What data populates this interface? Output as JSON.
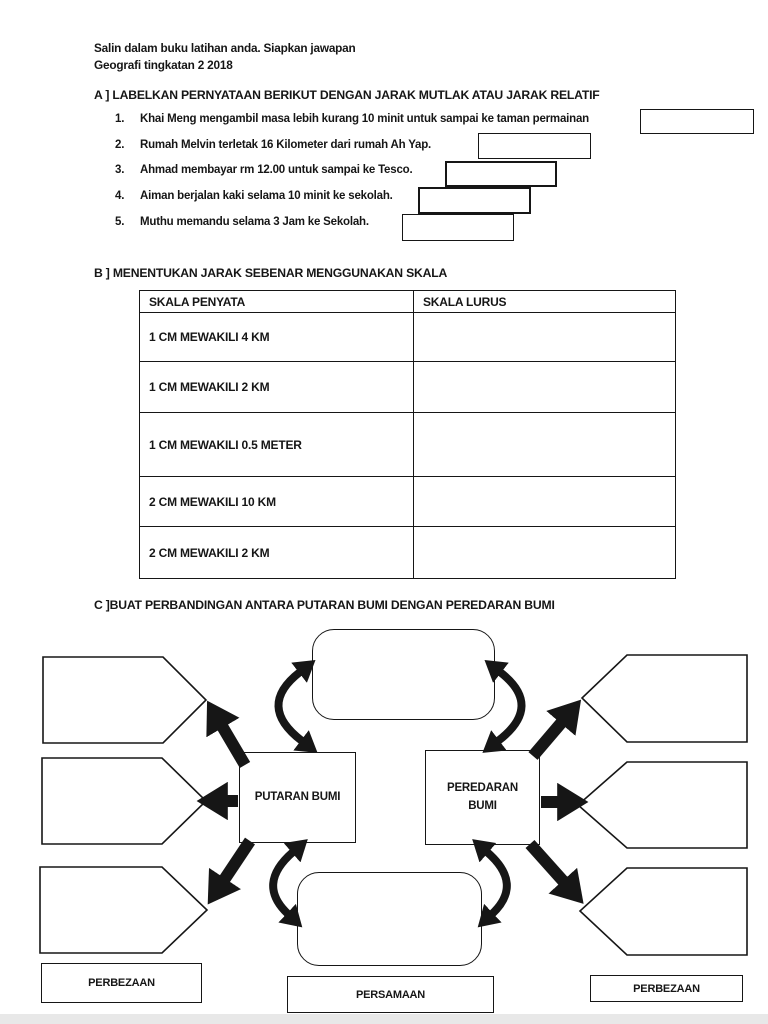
{
  "page": {
    "header_line1": "Salin dalam buku latihan anda. Siapkan jawapan",
    "header_line2": "Geografi tingkatan 2 2018"
  },
  "section_a": {
    "title": "A ] LABELKAN PERNYATAAN BERIKUT DENGAN JARAK MUTLAK ATAU JARAK RELATIF",
    "items": [
      {
        "num": "1.",
        "text": "Khai Meng mengambil masa lebih kurang 10 minit untuk sampai ke taman permainan"
      },
      {
        "num": "2.",
        "text": "Rumah Melvin terletak 16 Kilometer dari rumah Ah Yap."
      },
      {
        "num": "3.",
        "text": "Ahmad membayar rm 12.00 untuk sampai ke Tesco."
      },
      {
        "num": "4.",
        "text": "Aiman berjalan kaki selama 10 minit ke sekolah."
      },
      {
        "num": "5.",
        "text": "Muthu memandu selama 3 Jam ke Sekolah."
      }
    ]
  },
  "section_b": {
    "title": "B ] MENENTUKAN JARAK SEBENAR MENGGUNAKAN SKALA",
    "table": {
      "col1_header": "SKALA PENYATA",
      "col2_header": "SKALA LURUS",
      "rows": [
        "1 CM MEWAKILI 4 KM",
        "1 CM MEWAKILI 2 KM",
        "1 CM MEWAKILI 0.5 METER",
        "2 CM MEWAKILI 10 KM",
        "2 CM MEWAKILI 2 KM"
      ]
    }
  },
  "section_c": {
    "title": "C ]BUAT PERBANDINGAN ANTARA PUTARAN BUMI DENGAN PEREDARAN BUMI",
    "box_left": "PUTARAN BUMI",
    "box_right": "PEREDARAN BUMI",
    "label_bottom_left": "PERBEZAAN",
    "label_bottom_center": "PERSAMAAN",
    "label_bottom_right": "PERBEZAAN"
  },
  "colors": {
    "ink": "#161616",
    "page_bg": "#ffffff",
    "footer_bar": "#e8e8e8"
  }
}
